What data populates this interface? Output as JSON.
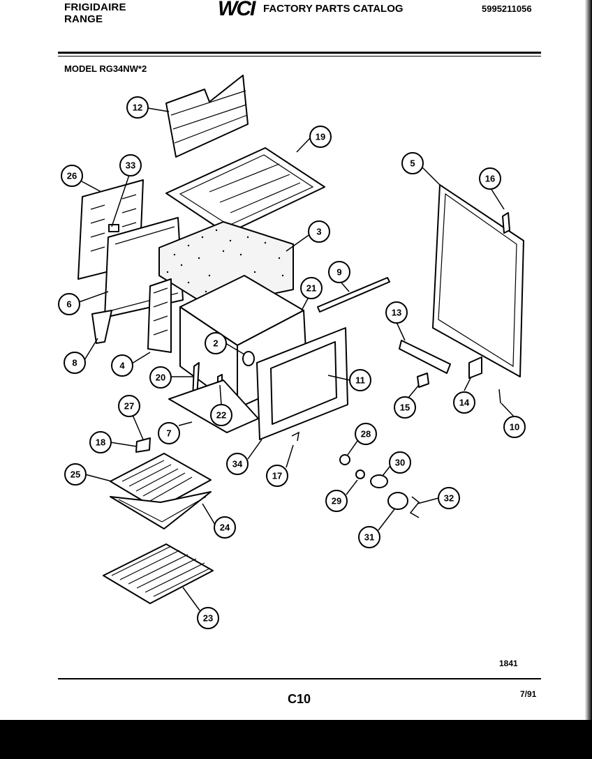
{
  "header": {
    "brand_line1": "FRIGIDAIRE",
    "brand_line2": "RANGE",
    "logo": "WCI",
    "catalog_title": "FACTORY PARTS CATALOG",
    "part_number": "5995211056",
    "model": "MODEL RG34NW*2"
  },
  "footer": {
    "code": "1841",
    "page": "C10",
    "date": "7/91"
  },
  "callouts": [
    "12",
    "19",
    "26",
    "33",
    "3",
    "5",
    "16",
    "9",
    "21",
    "6",
    "13",
    "2",
    "8",
    "4",
    "20",
    "11",
    "22",
    "15",
    "14",
    "10",
    "27",
    "7",
    "18",
    "34",
    "28",
    "17",
    "30",
    "25",
    "29",
    "32",
    "24",
    "31",
    "23"
  ]
}
